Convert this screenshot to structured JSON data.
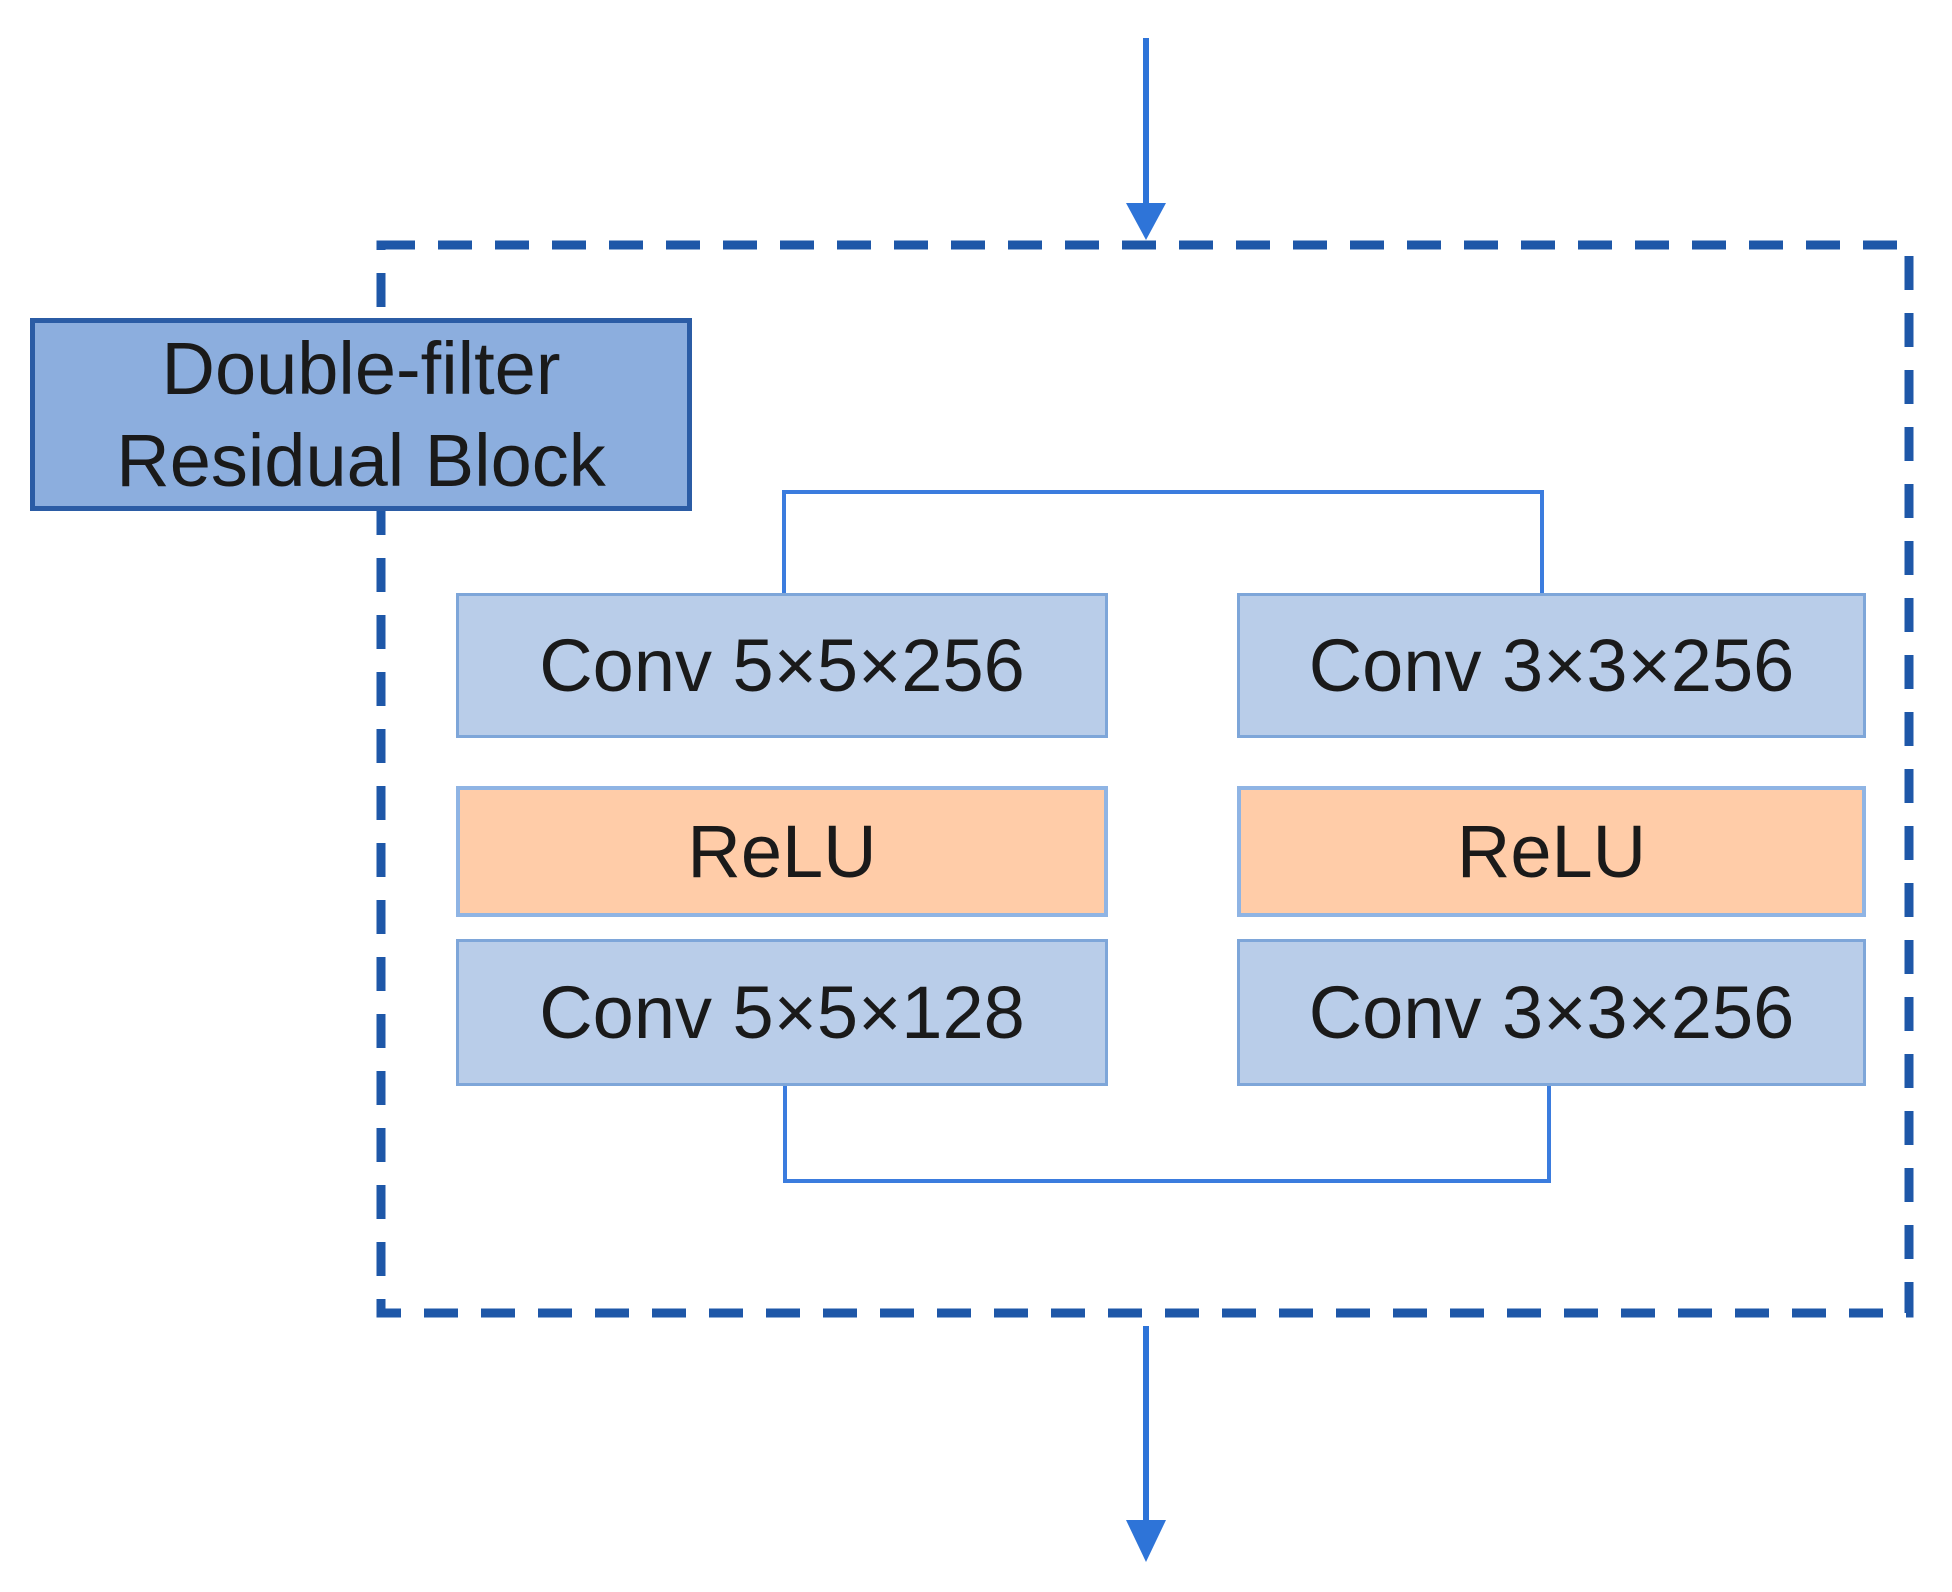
{
  "title": {
    "line1": "Double-filter",
    "line2": "Residual Block"
  },
  "blocks": {
    "left": [
      {
        "label": "Conv 5×5×256",
        "type": "conv"
      },
      {
        "label": "ReLU",
        "type": "activation"
      },
      {
        "label": "Conv 5×5×128",
        "type": "conv"
      }
    ],
    "right": [
      {
        "label": "Conv 3×3×256",
        "type": "conv"
      },
      {
        "label": "ReLU",
        "type": "activation"
      },
      {
        "label": "Conv 3×3×256",
        "type": "conv"
      }
    ]
  },
  "colors": {
    "dashed_border": "#1E57A8",
    "arrow_blue": "#2E74D8",
    "connector_blue": "#3B7CDE",
    "title_fill": "#8CAEDE",
    "title_border": "#2B5CA5",
    "conv_fill": "#B9CDE9",
    "conv_border": "#7EA6D9",
    "relu_fill": "#FFCCA8",
    "relu_border": "#8FB4E4",
    "text": "#1A1A1A"
  }
}
